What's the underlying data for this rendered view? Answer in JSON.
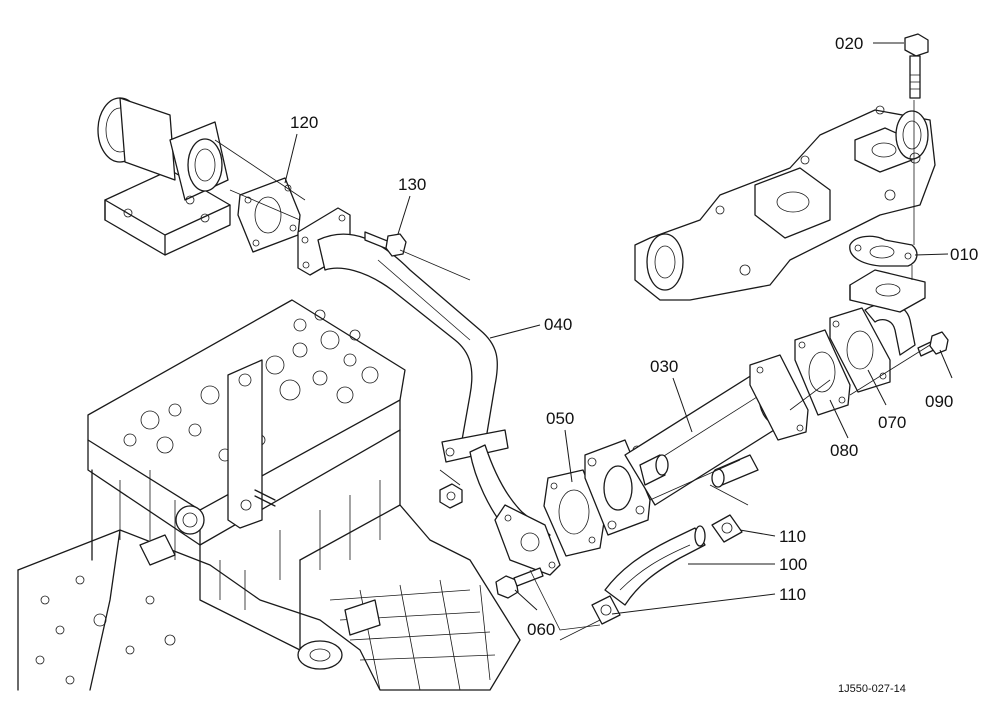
{
  "callouts": {
    "p010": "010",
    "p020": "020",
    "p030": "030",
    "p040": "040",
    "p050": "050",
    "p060": "060",
    "p070": "070",
    "p080": "080",
    "p090": "090",
    "p100": "100",
    "p110a": "110",
    "p110b": "110",
    "p120": "120",
    "p130": "130"
  },
  "drawing_code": "1J550-027-14",
  "colors": {
    "line": "#1a1a1a",
    "background": "#ffffff"
  }
}
